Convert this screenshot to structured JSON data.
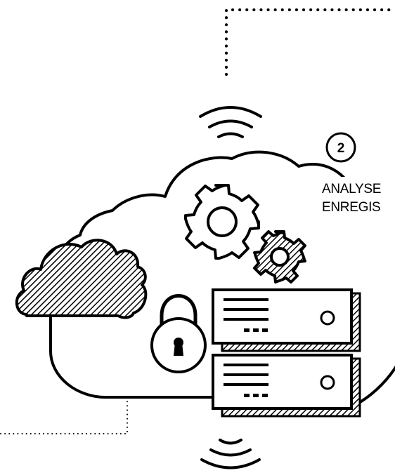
{
  "step": {
    "number": "2",
    "label_line1": "ANALYSE",
    "label_line2": "ENREGIS"
  },
  "colors": {
    "stroke": "#000000",
    "background": "#ffffff"
  },
  "icons": [
    "wifi-signal-icon",
    "cloud-icon",
    "gear-icon",
    "padlock-icon",
    "server-icon"
  ]
}
